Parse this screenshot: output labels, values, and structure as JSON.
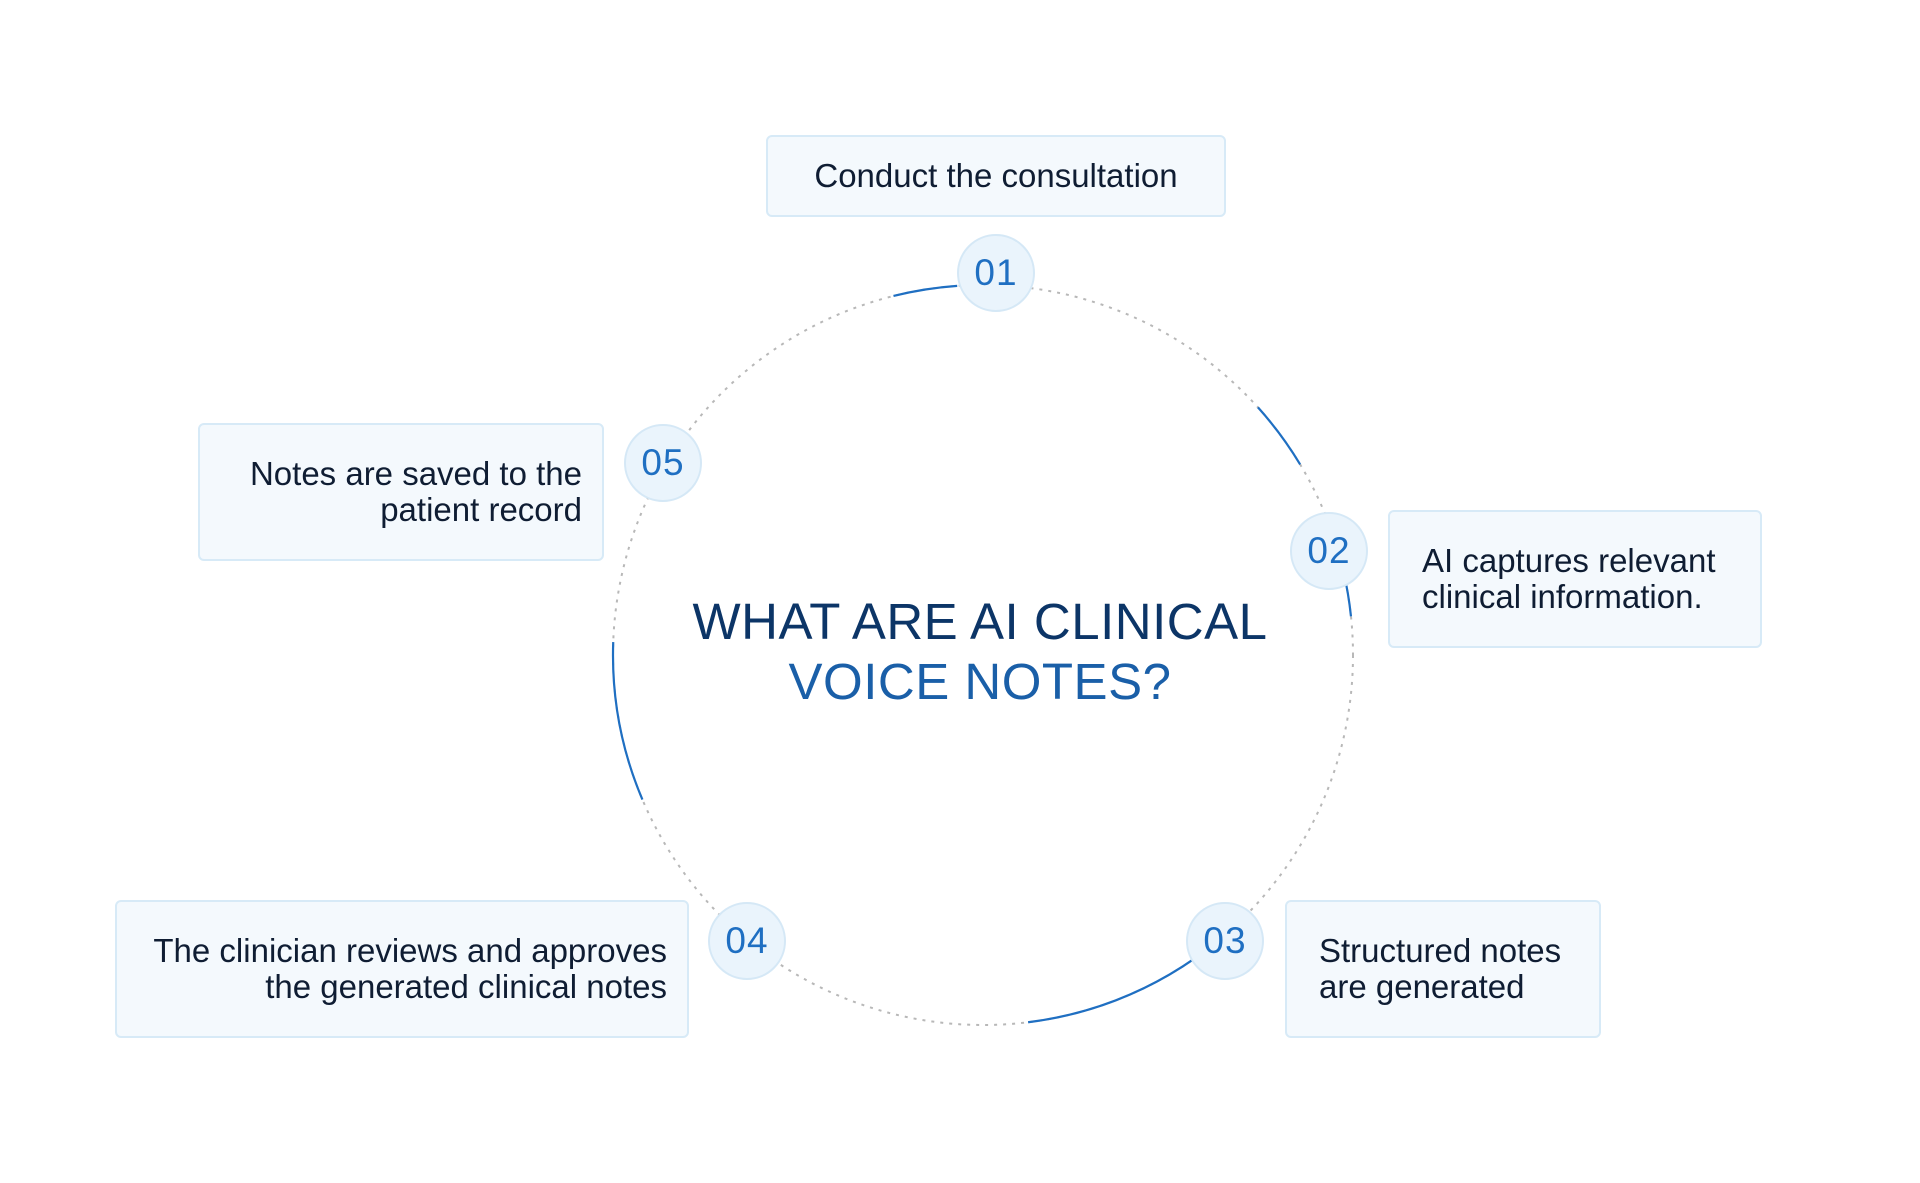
{
  "title": {
    "line1": "WHAT ARE AI CLINICAL",
    "line2": "VOICE NOTES?"
  },
  "steps": [
    {
      "number": "01",
      "lines": [
        "Conduct the consultation"
      ]
    },
    {
      "number": "02",
      "lines": [
        "AI captures relevant",
        "clinical information."
      ]
    },
    {
      "number": "03",
      "lines": [
        "Structured notes",
        "are generated"
      ]
    },
    {
      "number": "04",
      "lines": [
        "The clinician reviews and approves",
        "the generated clinical notes"
      ]
    },
    {
      "number": "05",
      "lines": [
        "Notes are saved to the",
        "patient record"
      ]
    }
  ],
  "colors": {
    "accent_arc": "#1f6fc2",
    "dotted_circle": "#b8b8b8",
    "badge_fill": "#eaf4fc",
    "box_fill": "#f4f9fd",
    "title_dark": "#0c3567",
    "title_blue": "#1a5fa8"
  }
}
